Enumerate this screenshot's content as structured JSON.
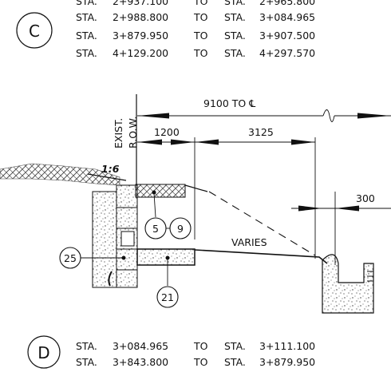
{
  "section_c": {
    "letter": "C",
    "rows": [
      {
        "from_label": "STA.",
        "from": "2+937.100",
        "to_word": "TO",
        "to_label": "STA.",
        "to": "2+965.800"
      },
      {
        "from_label": "STA.",
        "from": "2+988.800",
        "to_word": "TO",
        "to_label": "STA.",
        "to": "3+084.965"
      },
      {
        "from_label": "STA.",
        "from": "3+879.950",
        "to_word": "TO",
        "to_label": "STA.",
        "to": "3+907.500"
      },
      {
        "from_label": "STA.",
        "from": "4+129.200",
        "to_word": "TO",
        "to_label": "STA.",
        "to": "4+297.570"
      }
    ]
  },
  "section_d": {
    "letter": "D",
    "rows": [
      {
        "from_label": "STA.",
        "from": "3+084.965",
        "to_word": "TO",
        "to_label": "STA.",
        "to": "3+111.100"
      },
      {
        "from_label": "STA.",
        "from": "3+843.800",
        "to_word": "TO",
        "to_label": "STA.",
        "to": "3+879.950"
      }
    ]
  },
  "drawing": {
    "row_label": "EXIST. R.O.W.",
    "row_label_line1": "EXIST.",
    "row_label_line2": "R.O.W.",
    "dim_centerline": "9100 TO ℄",
    "dim_1200": "1200",
    "dim_3125": "3125",
    "dim_300": "300",
    "varies": "VARIES",
    "slope": "1:6",
    "callouts": [
      "5",
      "9",
      "25",
      "21"
    ]
  }
}
